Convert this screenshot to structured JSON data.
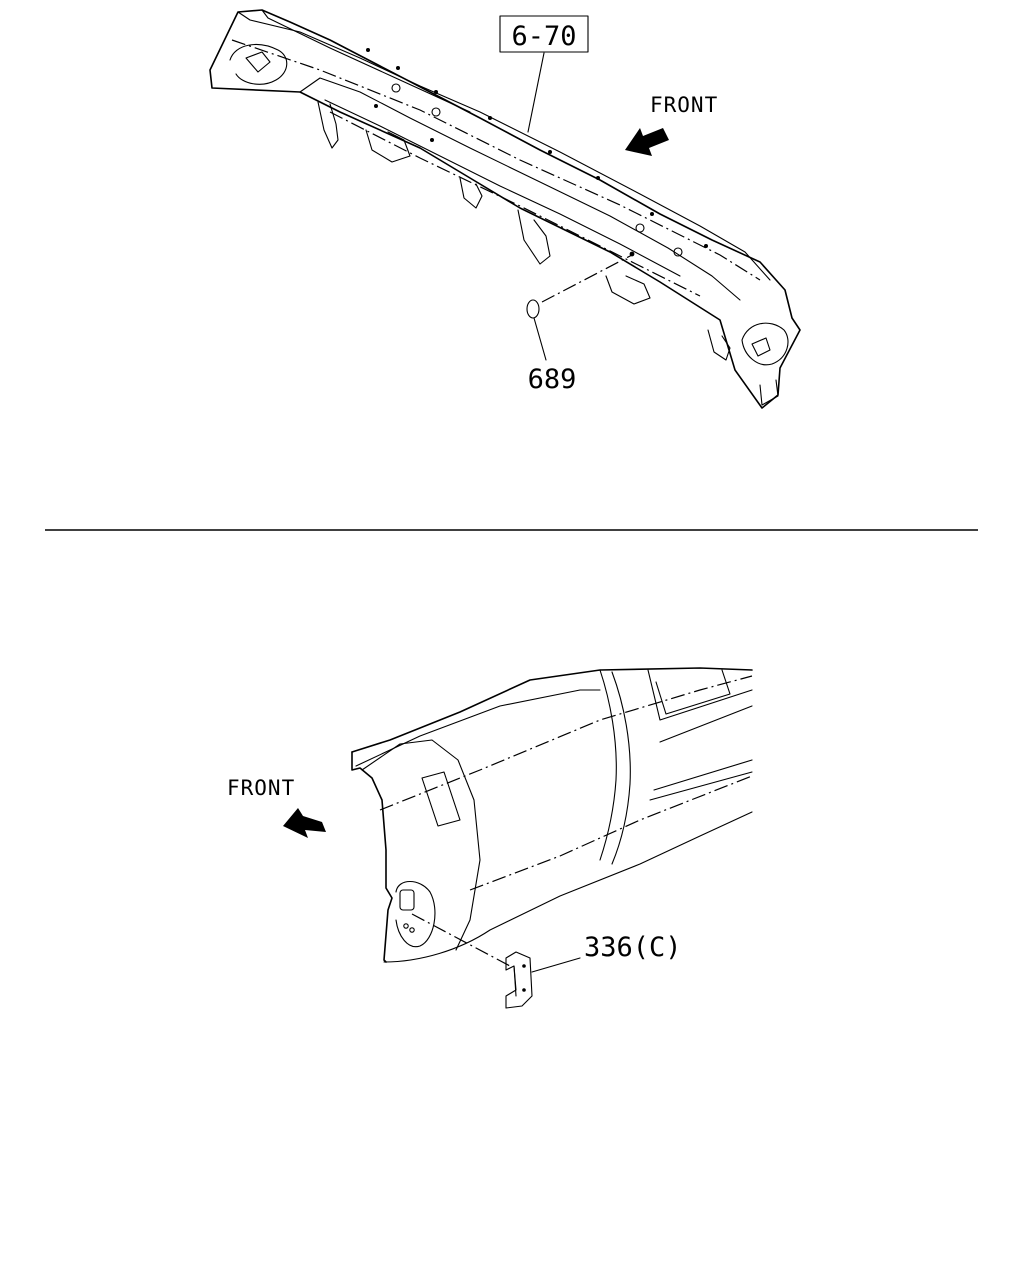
{
  "top_diagram": {
    "reference_label": "6-70",
    "part_label": "689",
    "direction_label": "FRONT"
  },
  "bottom_diagram": {
    "part_label": "336(C)",
    "direction_label": "FRONT"
  }
}
